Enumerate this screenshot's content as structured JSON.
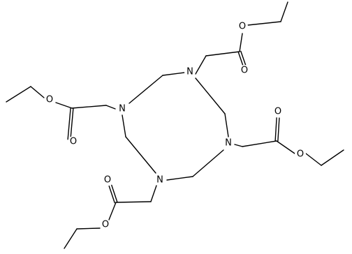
{
  "molecule": {
    "atoms": [
      {
        "symbol": "N"
      },
      {
        "symbol": "N"
      },
      {
        "symbol": "N"
      },
      {
        "symbol": "N"
      },
      {
        "symbol": "O"
      },
      {
        "symbol": "O"
      },
      {
        "symbol": "O"
      },
      {
        "symbol": "O"
      },
      {
        "symbol": "O"
      },
      {
        "symbol": "O"
      },
      {
        "symbol": "O"
      },
      {
        "symbol": "O"
      }
    ],
    "colors": {
      "bond": "#000000",
      "text": "#000000",
      "background": "#ffffff"
    }
  }
}
